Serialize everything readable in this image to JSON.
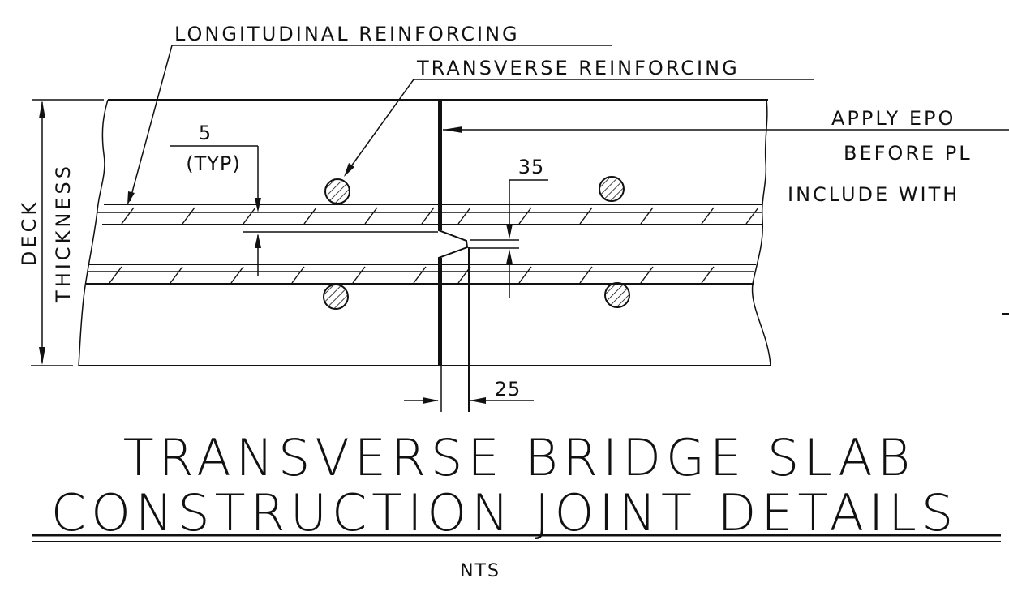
{
  "callouts": {
    "longitudinal": "LONGITUDINAL REINFORCING",
    "transverse": "TRANSVERSE REINFORCING",
    "note_line1": "APPLY EPO",
    "note_line2": "BEFORE PL",
    "note_line3": "INCLUDE WITH"
  },
  "dimensions": {
    "cover_value": "5",
    "cover_note": "(TYP)",
    "key_depth": "35",
    "key_offset": "25"
  },
  "deck_label": {
    "line1": "DECK",
    "line2": "THICKNESS"
  },
  "title": {
    "line1": "TRANSVERSE BRIDGE SLAB",
    "line2": "CONSTRUCTION JOINT DETAILS"
  },
  "scale_note": "NTS"
}
